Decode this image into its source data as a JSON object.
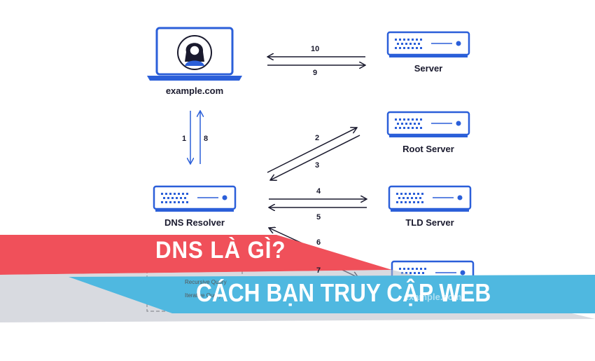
{
  "nodes": {
    "client": "example.com",
    "server": "Server",
    "root": "Root Server",
    "resolver": "DNS Resolver",
    "tld": "TLD Server",
    "auth": "example.com"
  },
  "steps": [
    "1",
    "2",
    "3",
    "4",
    "5",
    "6",
    "7",
    "8",
    "9",
    "10"
  ],
  "legend": {
    "recursive": "Recursive Query",
    "iterative": "Iterative Query"
  },
  "banner": {
    "line1": "DNS LÀ GÌ?",
    "line2": "CÁCH BẠN TRUY CẬP WEB"
  },
  "colors": {
    "accent": "#2b5fd9",
    "red": "#f0505a",
    "blue": "#4fb8e0"
  }
}
